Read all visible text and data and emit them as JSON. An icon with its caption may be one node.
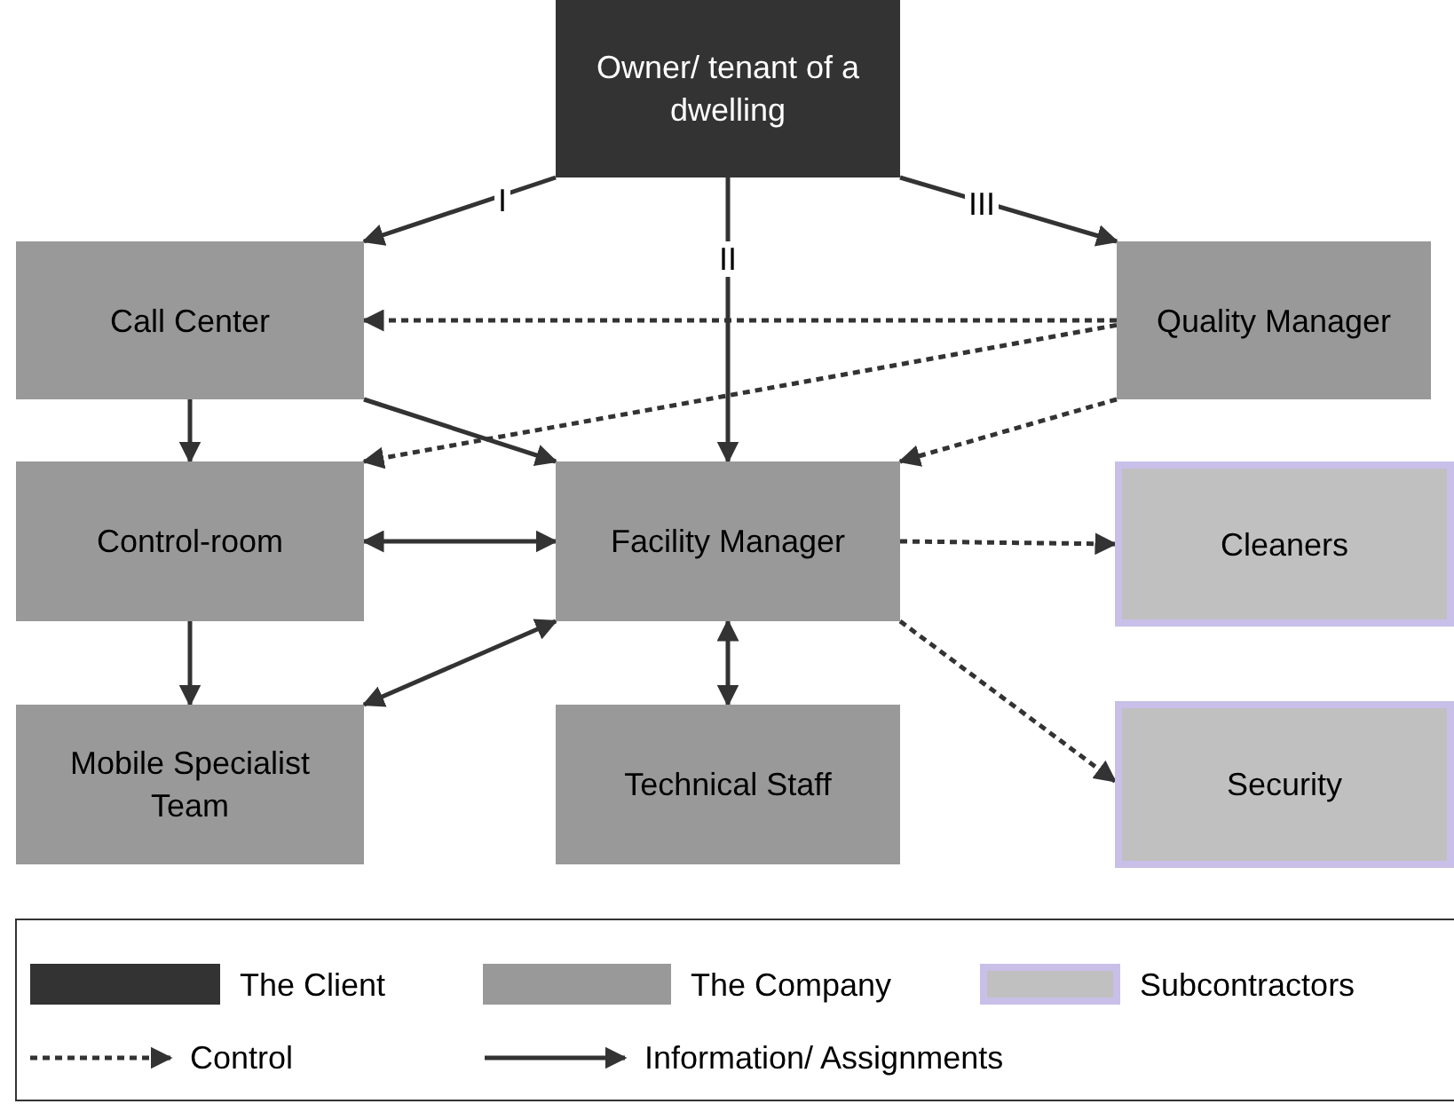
{
  "diagram": {
    "nodes": [
      {
        "text": [
          "Owner/ tenant of a dwelling"
        ]
      },
      {
        "text": [
          "Call Center"
        ]
      },
      {
        "text": [
          "Quality Manager"
        ]
      },
      {
        "text": [
          "Control-room"
        ]
      },
      {
        "text": [
          "Facility Manager"
        ]
      },
      {
        "text": [
          "Cleaners"
        ]
      },
      {
        "text": [
          "Mobile Specialist Team"
        ]
      },
      {
        "text": [
          "Technical Staff"
        ]
      },
      {
        "text": [
          "Security"
        ]
      }
    ],
    "edges": [
      {
        "from": 0,
        "to": 1,
        "arrow": "to",
        "label": "I"
      },
      {
        "from": 0,
        "to": 4,
        "arrow": "to",
        "label": "II"
      },
      {
        "from": 0,
        "to": 2,
        "arrow": "to",
        "label": "III"
      },
      {
        "from": 2,
        "to": 1,
        "arrow": "to",
        "style": "dashed"
      },
      {
        "from": 2,
        "to": 3,
        "arrow": "to",
        "style": "dashed"
      },
      {
        "from": 2,
        "to": 4,
        "arrow": "to",
        "style": "dashed"
      },
      {
        "from": 1,
        "to": 3,
        "arrow": "to"
      },
      {
        "from": 1,
        "to": 4,
        "arrow": "to"
      },
      {
        "from": 3,
        "to": 4,
        "arrow": "both"
      },
      {
        "from": 3,
        "to": 6,
        "arrow": "to"
      },
      {
        "from": 6,
        "to": 4,
        "arrow": "both"
      },
      {
        "from": 4,
        "to": 7,
        "arrow": "both"
      },
      {
        "from": 4,
        "to": 5,
        "arrow": "to",
        "style": "dashed"
      },
      {
        "from": 4,
        "to": 8,
        "arrow": "to",
        "style": "dashed"
      }
    ],
    "legend": [
      {
        "text": "The Client",
        "color": "#333333"
      },
      {
        "text": "The Company",
        "color": "#999999"
      },
      {
        "text": "Subcontractors",
        "color": "#c0c0c0"
      },
      {
        "text": "Control"
      },
      {
        "text": "Information/ Assignments"
      }
    ]
  }
}
